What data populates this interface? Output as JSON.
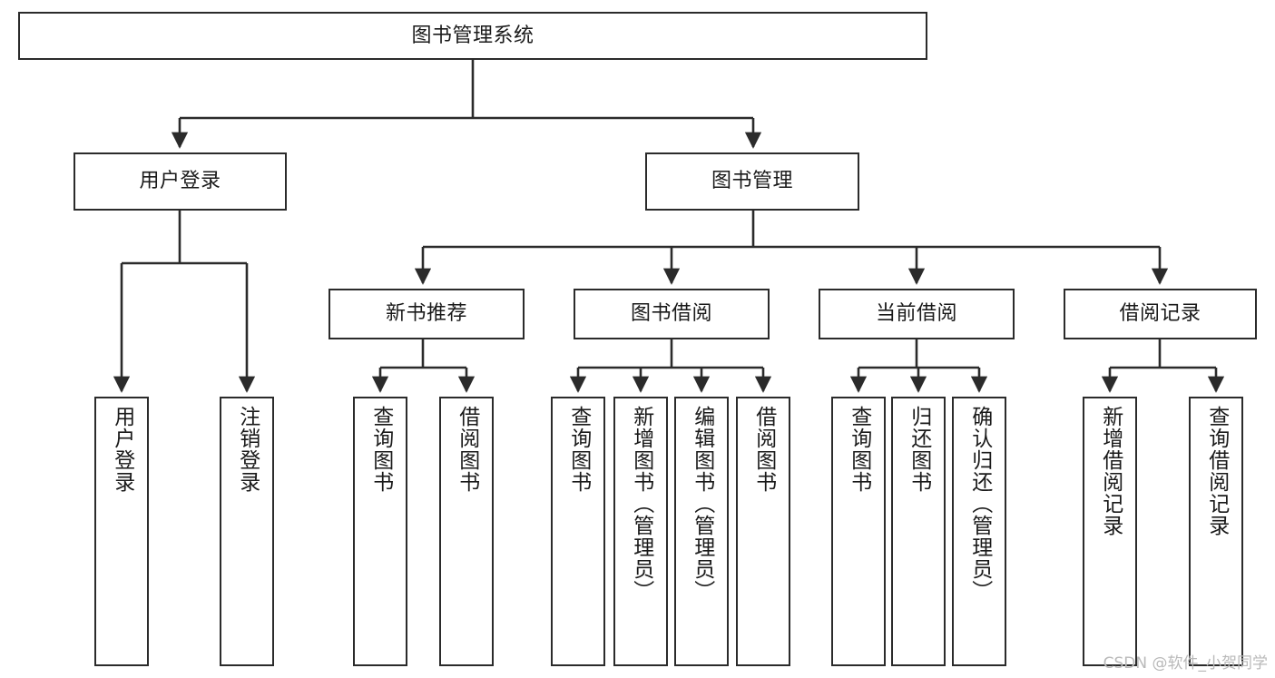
{
  "diagram": {
    "type": "tree-hierarchy",
    "title": "图书管理系统",
    "watermark": "CSDN @软件_小贺同学",
    "colors": {
      "box_border": "#2b2b2b",
      "box_fill": "#ffffff",
      "connector": "#2b2b2b",
      "text": "#1a1a1a",
      "watermark": "#b9b9b9"
    },
    "root": {
      "label": "图书管理系统",
      "orientation": "horizontal"
    },
    "level1": [
      {
        "label": "用户登录",
        "orientation": "horizontal"
      },
      {
        "label": "图书管理",
        "orientation": "horizontal"
      }
    ],
    "level2": [
      {
        "label": "新书推荐",
        "orientation": "horizontal",
        "parent": "图书管理"
      },
      {
        "label": "图书借阅",
        "orientation": "horizontal",
        "parent": "图书管理"
      },
      {
        "label": "当前借阅",
        "orientation": "horizontal",
        "parent": "图书管理"
      },
      {
        "label": "借阅记录",
        "orientation": "horizontal",
        "parent": "图书管理"
      }
    ],
    "leaves": {
      "user_login": [
        {
          "label": "用户登录",
          "orientation": "vertical"
        },
        {
          "label": "注销登录",
          "orientation": "vertical"
        }
      ],
      "new_book_recommend": [
        {
          "label": "查询图书",
          "orientation": "vertical"
        },
        {
          "label": "借阅图书",
          "orientation": "vertical"
        }
      ],
      "book_borrow": [
        {
          "label": "查询图书",
          "orientation": "vertical"
        },
        {
          "label": "新增图书（管理员）",
          "orientation": "vertical"
        },
        {
          "label": "编辑图书（管理员）",
          "orientation": "vertical"
        },
        {
          "label": "借阅图书",
          "orientation": "vertical"
        }
      ],
      "current_borrow": [
        {
          "label": "查询图书",
          "orientation": "vertical"
        },
        {
          "label": "归还图书",
          "orientation": "vertical"
        },
        {
          "label": "确认归还（管理员）",
          "orientation": "vertical"
        }
      ],
      "borrow_record": [
        {
          "label": "新增借阅记录",
          "orientation": "vertical"
        },
        {
          "label": "查询借阅记录",
          "orientation": "vertical"
        }
      ]
    }
  }
}
